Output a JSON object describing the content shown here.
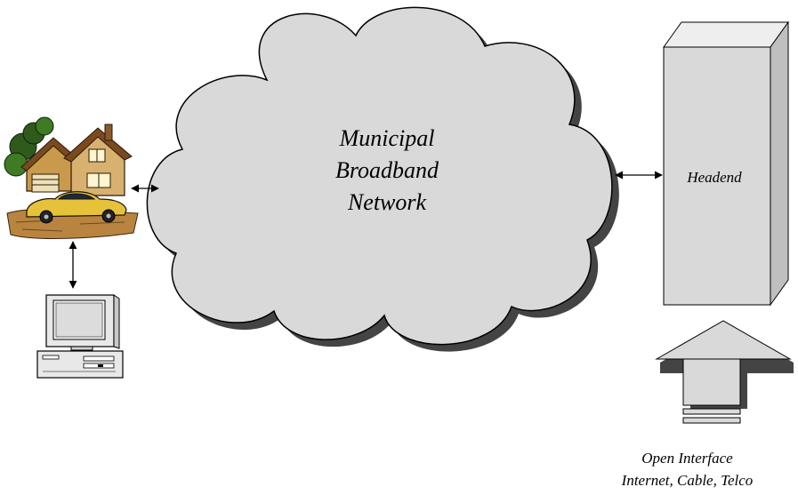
{
  "cloud": {
    "line1": "Municipal",
    "line2": "Broadband",
    "line3": "Network"
  },
  "headend": {
    "label": "Headend"
  },
  "interface": {
    "line1": "Open Interface",
    "line2": "Internet, Cable, Telco"
  },
  "colors": {
    "fill": "#d9d9d9",
    "shadow": "#444444",
    "stroke": "#000000"
  },
  "icons": [
    "house-clipart-icon",
    "desktop-computer-icon"
  ]
}
